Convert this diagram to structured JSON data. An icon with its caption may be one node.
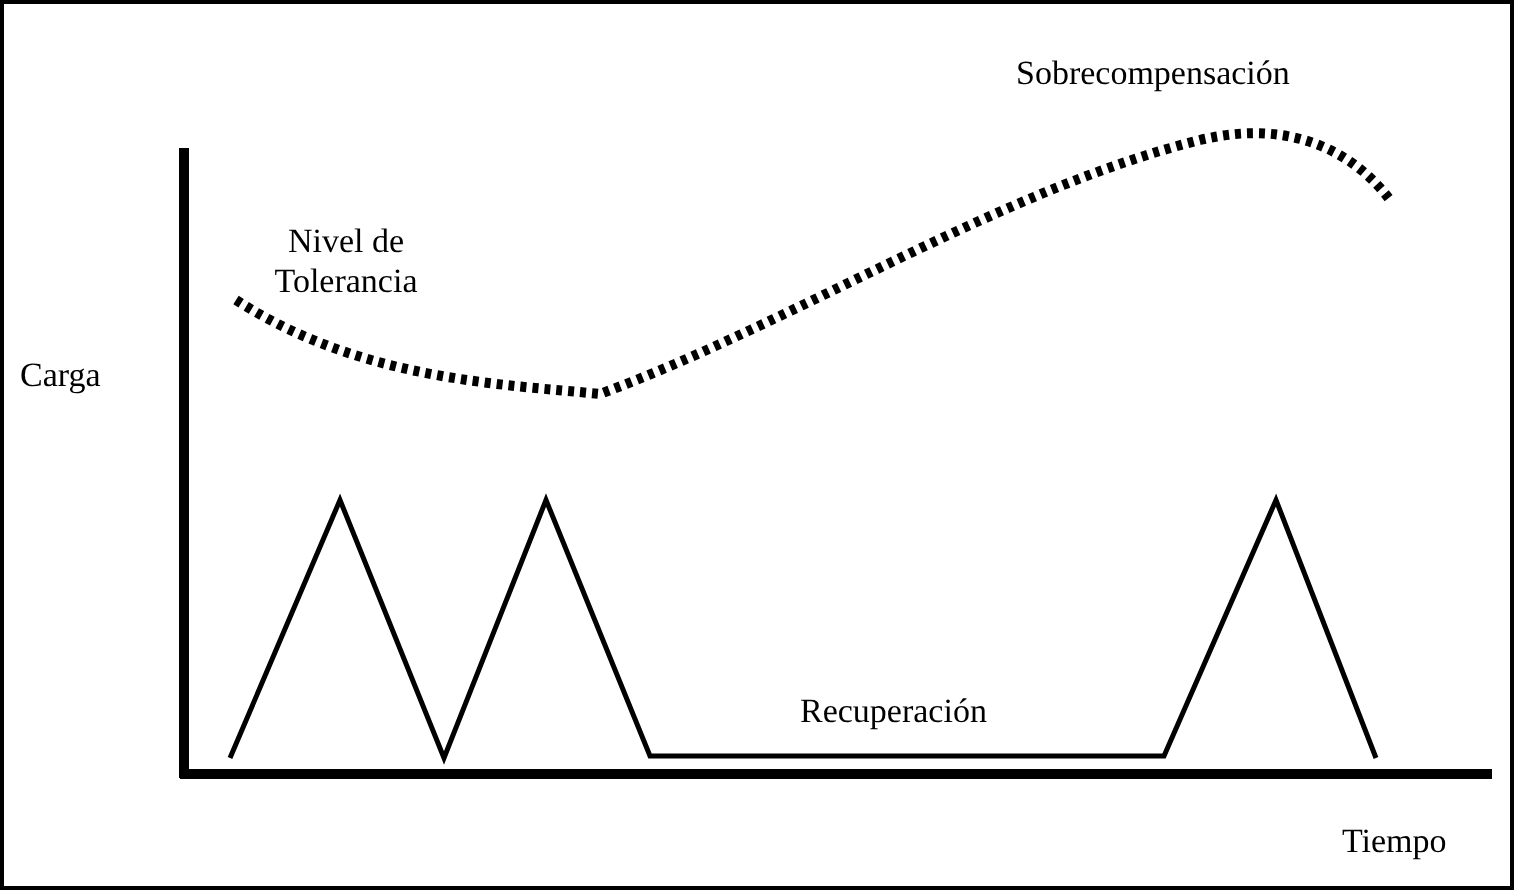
{
  "diagram": {
    "labels": [
      "Sobrecompensación",
      "Nivel de Tolerancia",
      "Carga",
      "Recuperación",
      "Tiempo"
    ]
  }
}
